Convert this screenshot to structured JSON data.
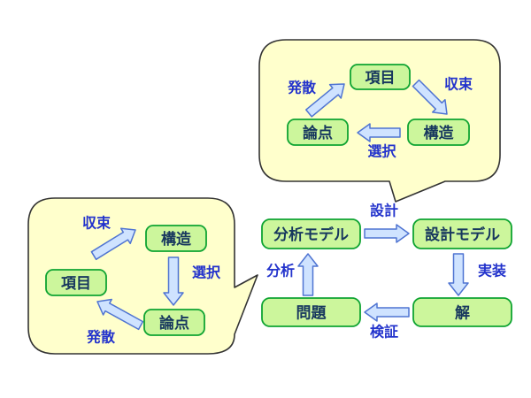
{
  "colors": {
    "bubble_fill": "#ffffcc",
    "bubble_border": "#333333",
    "node_fill": "#ccf69c",
    "node_border": "#0fa432",
    "node_text": "#17375e",
    "arrow_fill": "#cfe3ff",
    "arrow_border": "#4f74d2",
    "label_color": "#2333cc"
  },
  "bubble_top": {
    "item": "項目",
    "structure": "構造",
    "issue": "論点",
    "diverge": "発散",
    "converge": "収束",
    "select": "選択"
  },
  "bubble_left": {
    "item": "項目",
    "structure": "構造",
    "issue": "論点",
    "diverge": "発散",
    "converge": "収束",
    "select": "選択"
  },
  "main": {
    "analysis_model": "分析モデル",
    "design_model": "設計モデル",
    "problem": "問題",
    "solution": "解",
    "design": "設計",
    "implement": "実装",
    "verify": "検証",
    "analyze": "分析"
  }
}
